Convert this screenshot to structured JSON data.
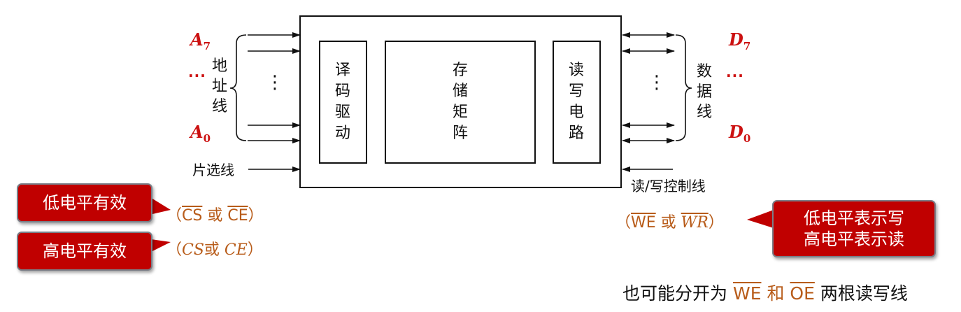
{
  "pins": {
    "a_high": {
      "letter": "A",
      "sub": "7"
    },
    "a_low": {
      "letter": "A",
      "sub": "0"
    },
    "d_high": {
      "letter": "D",
      "sub": "7"
    },
    "d_low": {
      "letter": "D",
      "sub": "0"
    },
    "ellipsis": "···"
  },
  "labels": {
    "address_line": "地\n址\n线",
    "data_line": "数\n据\n线",
    "chip_select": "片选线",
    "rw_control": "读/写控制线",
    "vdots": "⋮"
  },
  "blocks": {
    "decoder": "译\n码\n驱\n动",
    "matrix": "存\n储\n矩\n阵",
    "rw_circuit": "读\n写\n电\n路"
  },
  "callouts": {
    "low_active": "低电平有效",
    "high_active": "高电平有效",
    "rw_meaning": "低电平表示写\n高电平表示读"
  },
  "annotations": {
    "cs_low": {
      "open": "（",
      "cs": "CS",
      "or": " 或 ",
      "ce": "CE",
      "close": "）"
    },
    "cs_high": {
      "open": "（",
      "cs": "CS",
      "or": "或 ",
      "ce": "CE",
      "close": "）"
    },
    "we": {
      "open": "（",
      "we": "WE",
      "or": " 或 ",
      "wr": "WR",
      "close": "）"
    }
  },
  "bottom_note": {
    "prefix": "也可能分开为",
    "sig1": "WE",
    "and": "和",
    "sig2": "OE",
    "suffix": "两根读写线"
  },
  "colors": {
    "callout_bg": "#c00000",
    "pin_red": "#cc1111",
    "signal_orange": "#b85c1a"
  }
}
